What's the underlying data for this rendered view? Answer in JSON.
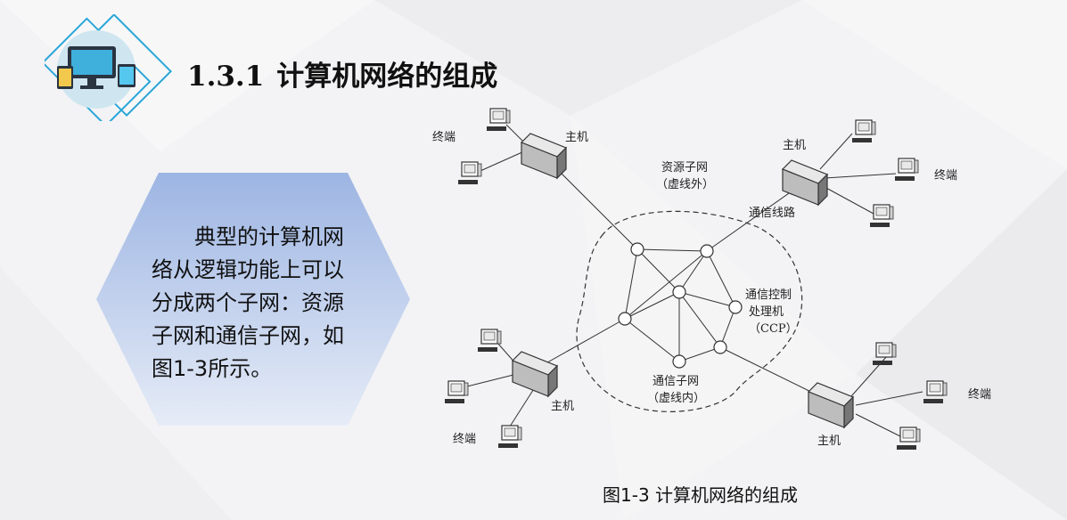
{
  "slide": {
    "section_number": "1.3.1",
    "section_title": "计算机网络的组成",
    "body_lines": [
      "典型的计算机网",
      "络从逻辑功能上可以",
      "分成两个子网：资源",
      "子网和通信子网，如",
      "图1-3所示。"
    ],
    "caption": "图1-3  计算机网络的组成",
    "logo_icon": "computer-devices-icon",
    "colors": {
      "hexagon_top": "#9db5e3",
      "hexagon_bottom": "#e6ecf7",
      "logo_accent": "#2aa6d8"
    }
  },
  "diagram": {
    "host_label": "主机",
    "terminal_label": "终端",
    "resource_subnet": "资源子网",
    "resource_subnet_note": "（虚线外）",
    "comm_line": "通信线路",
    "ccp_line1": "通信控制",
    "ccp_line2": "处理机",
    "ccp_line3": "（CCP）",
    "comm_subnet": "通信子网",
    "comm_subnet_note": "（虚线内）"
  }
}
